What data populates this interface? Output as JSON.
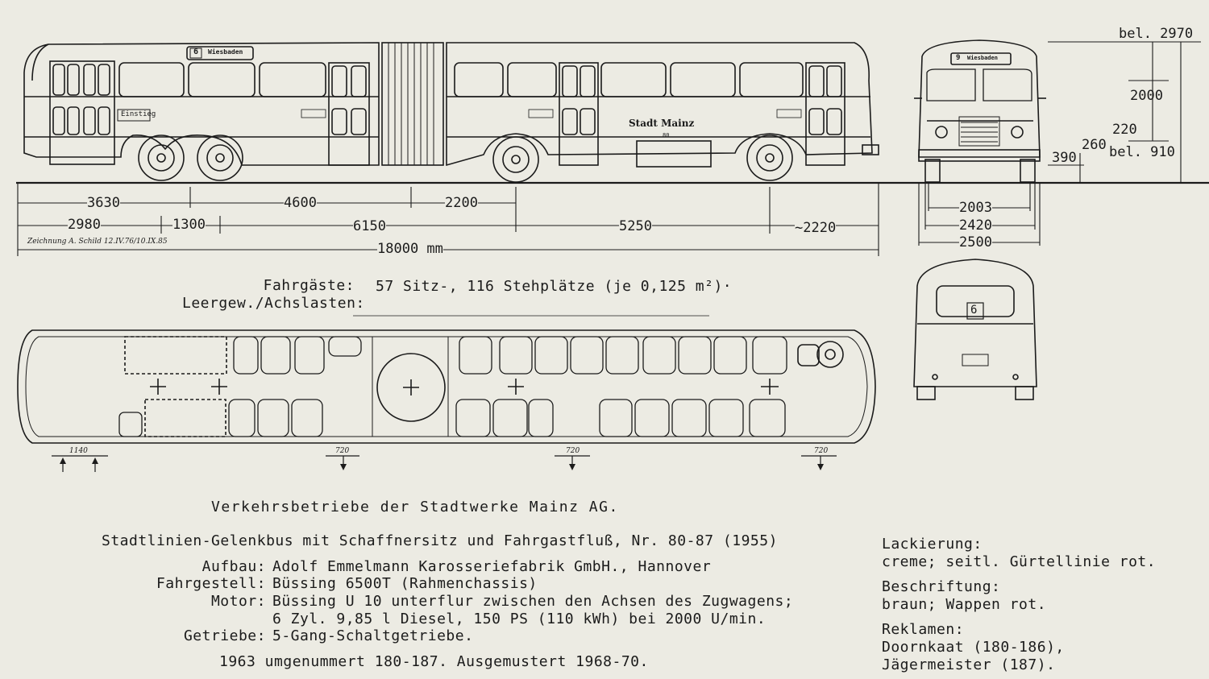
{
  "drawing": {
    "height_total": "bel. 2970",
    "height_roof": "2000",
    "h_220": "220",
    "h_260": "260",
    "floor_height": "bel. 910",
    "h_390": "390",
    "widths": [
      "2003",
      "2420",
      "2500"
    ],
    "side_dims_row1": [
      "3630",
      "4600",
      "2200"
    ],
    "side_dims_row2": [
      "2980",
      "1300",
      "6150",
      "5250",
      "~2220"
    ],
    "total_length": "18000 mm",
    "draftsman_note": "Zeichnung A. Schild 12.IV.76/10.IX.85",
    "door_widths": [
      "1140",
      "720",
      "720",
      "720"
    ],
    "destination": "Wiesbaden",
    "route_number": "6",
    "route_number_front": "9",
    "einstieg_sign": "Einstieg",
    "livery_text": "Stadt Mainz",
    "fleet_number": "80",
    "rear_route_number": "6"
  },
  "passengers_label": "Fahrgäste:",
  "passengers_value": "57 Sitz-, 116 Stehplätze (je 0,125 m²)·",
  "weight_label": "Leergew./Achslasten:",
  "operator": "Verkehrsbetriebe der Stadtwerke Mainz AG.",
  "title": "Stadtlinien-Gelenkbus mit Schaffnersitz und Fahrgastfluß, Nr. 80-87 (1955)",
  "specs": [
    {
      "label": "Aufbau:",
      "value": "Adolf Emmelmann Karosseriefabrik GmbH., Hannover"
    },
    {
      "label": "Fahrgestell:",
      "value": "Büssing 6500T (Rahmenchassis)"
    },
    {
      "label": "Motor:",
      "value": "Büssing U 10 unterflur zwischen den Achsen des Zugwagens;"
    },
    {
      "label": "",
      "value": "6 Zyl. 9,85 l Diesel, 150 PS (110 kWh) bei 2000 U/min."
    },
    {
      "label": "Getriebe:",
      "value": "5-Gang-Schaltgetriebe."
    }
  ],
  "footer_note": "1963 umgenummert 180-187. Ausgemustert 1968-70.",
  "notes": [
    {
      "label": "Lackierung:",
      "value": "creme; seitl. Gürtellinie rot."
    },
    {
      "label": "Beschriftung:",
      "value": "braun; Wappen rot."
    },
    {
      "label": "Reklamen:",
      "value": "Doornkaat (180-186),"
    },
    {
      "label": "",
      "value": "Jägermeister (187)."
    }
  ]
}
